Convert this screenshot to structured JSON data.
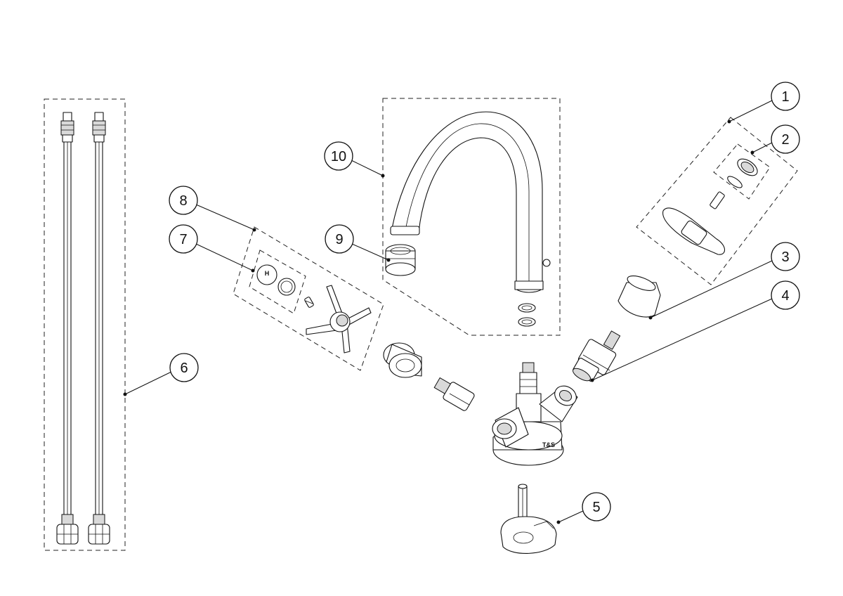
{
  "callouts": [
    {
      "label": "1"
    },
    {
      "label": "2"
    },
    {
      "label": "3"
    },
    {
      "label": "4"
    },
    {
      "label": "5"
    },
    {
      "label": "6"
    },
    {
      "label": "7"
    },
    {
      "label": "8"
    },
    {
      "label": "9"
    },
    {
      "label": "10"
    }
  ],
  "markings": {
    "index_letter": "H",
    "body_logo": "T&S"
  }
}
